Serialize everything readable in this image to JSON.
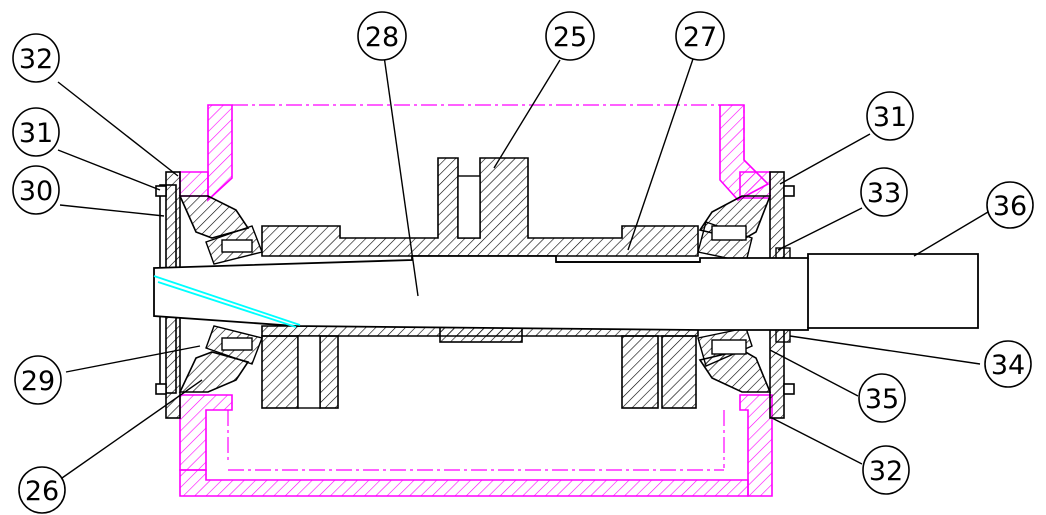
{
  "colors": {
    "line": "#000000",
    "housing": "#ff00ff",
    "highlight": "#00ffff",
    "background": "#ffffff"
  },
  "callouts": {
    "c32_top_left": "32",
    "c31_left": "31",
    "c30": "30",
    "c29": "29",
    "c26": "26",
    "c28": "28",
    "c25": "25",
    "c27": "27",
    "c31_right": "31",
    "c33": "33",
    "c36": "36",
    "c34": "34",
    "c35": "35",
    "c32_bottom_right": "32"
  }
}
